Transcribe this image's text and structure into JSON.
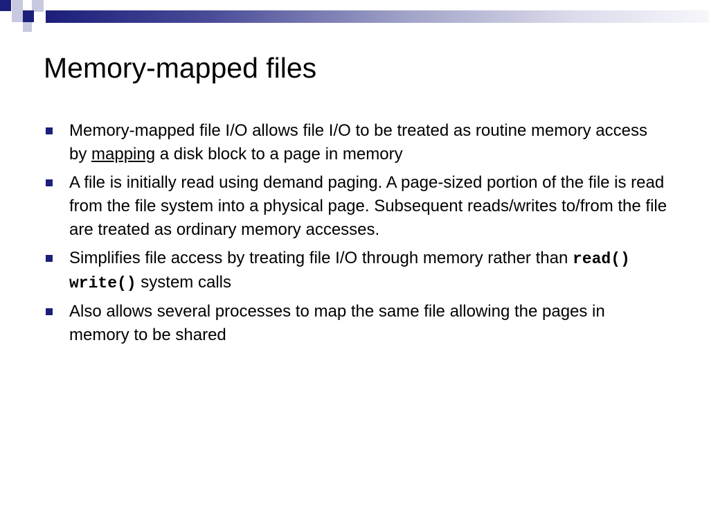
{
  "slide": {
    "title": "Memory-mapped files",
    "bullets": [
      {
        "pre": "Memory-mapped file I/O allows file I/O to be treated as routine memory access by ",
        "link": "mapping",
        "post": " a disk block to a page in memory"
      },
      {
        "text": "A file is initially read using demand paging. A page-sized portion of the file is read from the file system into a physical page. Subsequent reads/writes to/from the file are treated as ordinary memory accesses."
      },
      {
        "pre": "Simplifies file access by treating file I/O through memory rather than ",
        "code": "read() write()",
        "post": " system calls"
      },
      {
        "text": "Also allows several processes to map the same file allowing the pages in memory to be shared"
      }
    ]
  },
  "colors": {
    "accent": "#1c1f7a",
    "accent_light": "#c8c8e0"
  }
}
